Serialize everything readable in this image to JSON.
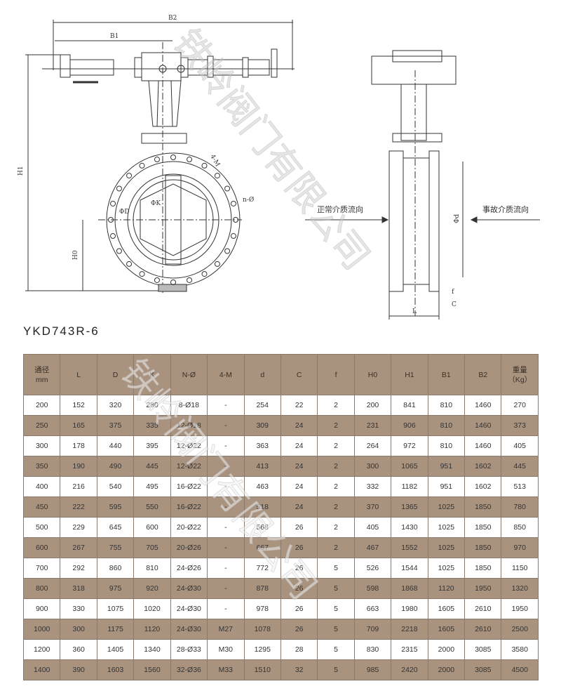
{
  "drawing": {
    "labels": {
      "b2": "B2",
      "b1": "B1",
      "h1": "H1",
      "h0": "H0",
      "four_m": "4-M",
      "n_phi": "n-Ø",
      "phi_d_front": "ΦD",
      "phi_k": "ΦK",
      "phi_d": "Φd",
      "L": "L",
      "f": "f",
      "c": "C"
    },
    "flow_normal": "正常介质流向",
    "flow_emergency": "事故介质流向"
  },
  "watermark": "铁岭阀门有限公司",
  "model": "YKD743R-6",
  "table": {
    "headers": [
      "通径\nmm",
      "L",
      "D",
      "K",
      "N-Ø",
      "4-M",
      "d",
      "C",
      "f",
      "H0",
      "H1",
      "B1",
      "B2",
      "重量\n（Kg）"
    ],
    "rows": [
      [
        "200",
        "152",
        "320",
        "280",
        "8-Ø18",
        "-",
        "254",
        "22",
        "2",
        "200",
        "841",
        "810",
        "1460",
        "270"
      ],
      [
        "250",
        "165",
        "375",
        "335",
        "12-Ø18",
        "-",
        "309",
        "24",
        "2",
        "231",
        "906",
        "810",
        "1460",
        "373"
      ],
      [
        "300",
        "178",
        "440",
        "395",
        "12-Ø22",
        "-",
        "363",
        "24",
        "2",
        "264",
        "972",
        "810",
        "1460",
        "405"
      ],
      [
        "350",
        "190",
        "490",
        "445",
        "12-Ø22",
        "-",
        "413",
        "24",
        "2",
        "300",
        "1065",
        "951",
        "1602",
        "445"
      ],
      [
        "400",
        "216",
        "540",
        "495",
        "16-Ø22",
        "-",
        "463",
        "24",
        "2",
        "332",
        "1182",
        "951",
        "1602",
        "513"
      ],
      [
        "450",
        "222",
        "595",
        "550",
        "16-Ø22",
        "-",
        "518",
        "24",
        "2",
        "370",
        "1365",
        "1025",
        "1850",
        "780"
      ],
      [
        "500",
        "229",
        "645",
        "600",
        "20-Ø22",
        "-",
        "568",
        "26",
        "2",
        "405",
        "1430",
        "1025",
        "1850",
        "850"
      ],
      [
        "600",
        "267",
        "755",
        "705",
        "20-Ø26",
        "-",
        "667",
        "26",
        "2",
        "467",
        "1552",
        "1025",
        "1850",
        "970"
      ],
      [
        "700",
        "292",
        "860",
        "810",
        "24-Ø26",
        "-",
        "772",
        "26",
        "5",
        "526",
        "1544",
        "1025",
        "1850",
        "1150"
      ],
      [
        "800",
        "318",
        "975",
        "920",
        "24-Ø30",
        "-",
        "878",
        "26",
        "5",
        "598",
        "1868",
        "1120",
        "1950",
        "1320"
      ],
      [
        "900",
        "330",
        "1075",
        "1020",
        "24-Ø30",
        "-",
        "978",
        "26",
        "5",
        "663",
        "1980",
        "1605",
        "2610",
        "1950"
      ],
      [
        "1000",
        "300",
        "1175",
        "1120",
        "24-Ø30",
        "M27",
        "1078",
        "26",
        "5",
        "709",
        "2218",
        "1605",
        "2610",
        "2500"
      ],
      [
        "1200",
        "360",
        "1405",
        "1340",
        "28-Ø33",
        "M30",
        "1295",
        "28",
        "5",
        "830",
        "2315",
        "2000",
        "3085",
        "3580"
      ],
      [
        "1400",
        "390",
        "1603",
        "1560",
        "32-Ø36",
        "M33",
        "1510",
        "32",
        "5",
        "985",
        "2420",
        "2000",
        "3085",
        "4500"
      ]
    ]
  }
}
